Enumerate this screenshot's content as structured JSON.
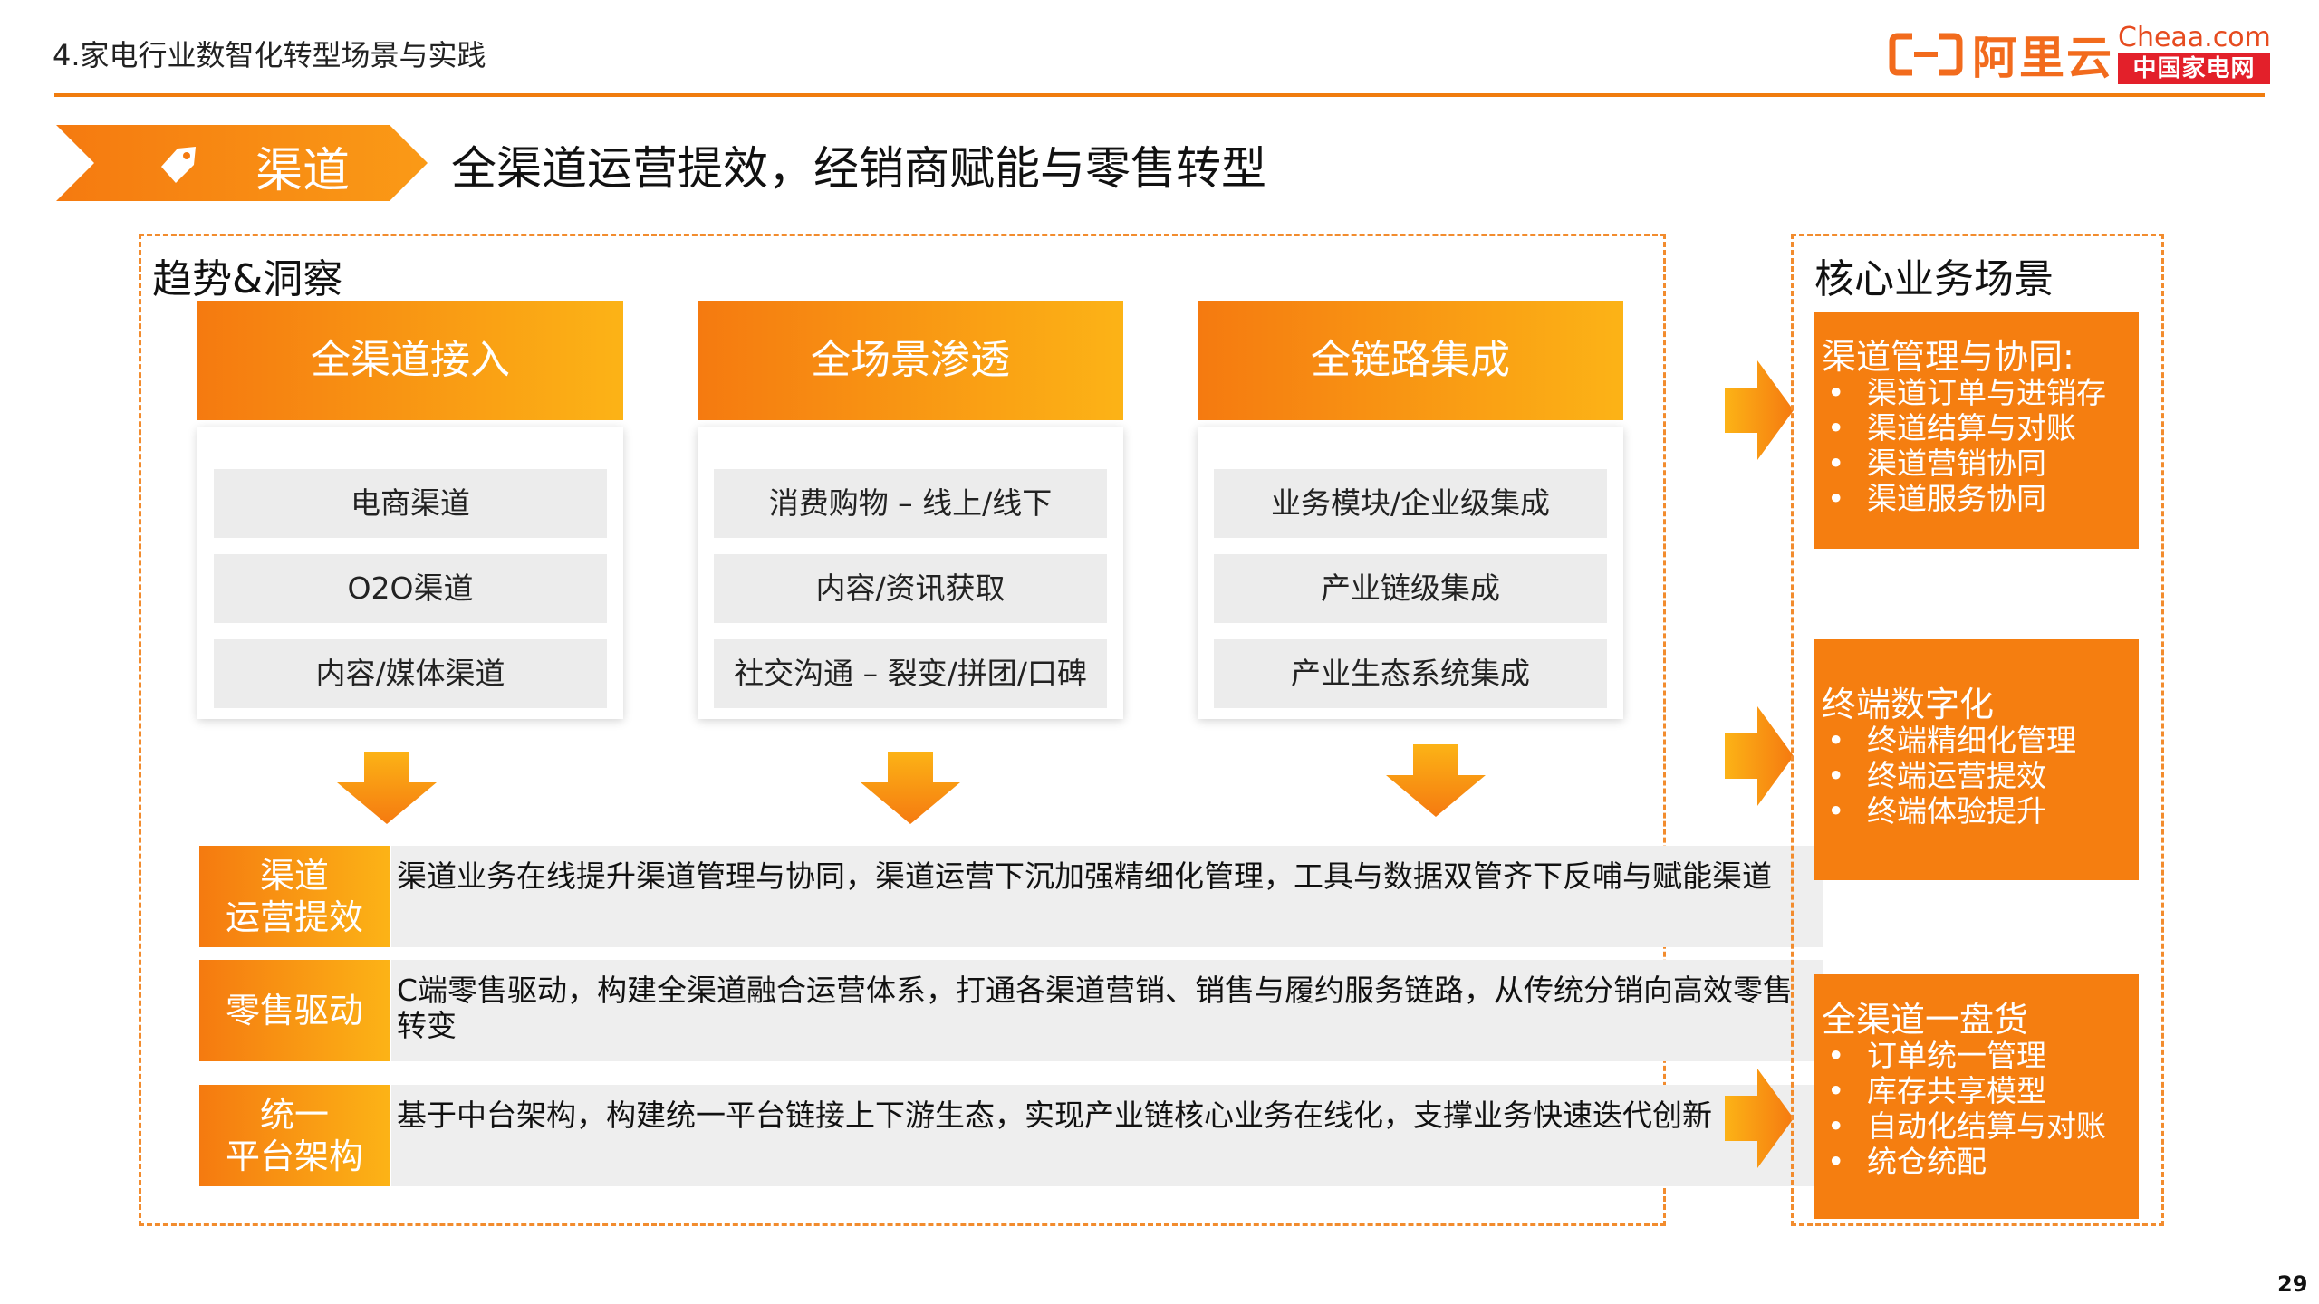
{
  "header": {
    "section_title": "4.家电行业数智化转型场景与实践",
    "logo_aliyun_text": "阿里云",
    "logo_cheaa_en": "Cheaa.com",
    "logo_cheaa_cn": "中国家电网"
  },
  "channel_tag": {
    "label": "渠道",
    "icon": "price-tag-icon"
  },
  "headline": "全渠道运营提效，经销商赋能与零售转型",
  "trends": {
    "title": "趋势&洞察",
    "columns": [
      {
        "title": "全渠道接入",
        "items": [
          "电商渠道",
          "O2O渠道",
          "内容/媒体渠道"
        ]
      },
      {
        "title": "全场景渗透",
        "items": [
          "消费购物 – 线上/线下",
          "内容/资讯获取",
          "社交沟通 – 裂变/拼团/口碑"
        ]
      },
      {
        "title": "全链路集成",
        "items": [
          "业务模块/企业级集成",
          "产业链级集成",
          "产业生态系统集成"
        ]
      }
    ],
    "rows": [
      {
        "label_line1": "渠道",
        "label_line2": "运营提效",
        "text": "渠道业务在线提升渠道管理与协同，渠道运营下沉加强精细化管理，工具与数据双管齐下反哺与赋能渠道"
      },
      {
        "label_line1": "零售驱动",
        "label_line2": "",
        "text": "C端零售驱动，构建全渠道融合运营体系，打通各渠道营销、销售与履约服务链路，从传统分销向高效零售转变"
      },
      {
        "label_line1": "统一",
        "label_line2": "平台架构",
        "text": "基于中台架构，构建统一平台链接上下游生态，实现产业链核心业务在线化，支撑业务快速迭代创新"
      }
    ]
  },
  "scenes": {
    "title": "核心业务场景",
    "cards": [
      {
        "title": "渠道管理与协同:",
        "items": [
          "渠道订单与进销存",
          "渠道结算与对账",
          "渠道营销协同",
          "渠道服务协同"
        ]
      },
      {
        "title": "终端数字化",
        "items": [
          "终端精细化管理",
          "终端运营提效",
          "终端体验提升"
        ]
      },
      {
        "title": "全渠道一盘货",
        "items": [
          "订单统一管理",
          "库存共享模型",
          "自动化结算与对账",
          "统仓统配"
        ]
      }
    ]
  },
  "colors": {
    "accent": "#f57a10",
    "accent_light": "#fcb316",
    "rule": "#f07c0e"
  },
  "page_number": "29"
}
